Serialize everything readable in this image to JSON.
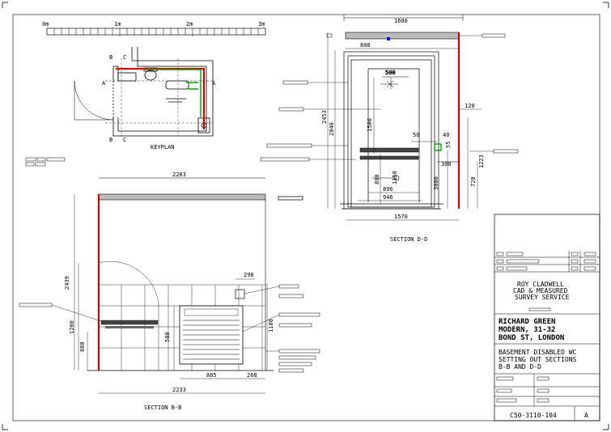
{
  "scale_bar": {
    "labels": [
      "0m",
      "1m",
      "2m",
      "3m"
    ]
  },
  "keyplan": {
    "title": "KEYPLAN",
    "markers": {
      "b_top": "B",
      "b_bottom": "B",
      "c_top": "C",
      "c_bottom": "C",
      "a_left": "A",
      "a_right": "A"
    }
  },
  "section_dd": {
    "title": "SECTION D-D",
    "dims": {
      "top_width": "1600",
      "d808": "808",
      "d500": "500",
      "d50": "50",
      "d120": "120",
      "d40": "40",
      "h2453": "2453",
      "h2040": "2040",
      "h1500": "1500",
      "d55": "55",
      "d300": "300",
      "h1223": "1223",
      "h720": "720",
      "h3000": "3000",
      "h880": "880",
      "h1150": "1150",
      "d896": "896",
      "d946": "946",
      "d1570": "1570"
    }
  },
  "section_bb": {
    "title": "SECTION B-B",
    "dims": {
      "top_width": "2283",
      "h2439": "2439",
      "h1200": "1200",
      "h880": "880",
      "d298": "298",
      "h580": "580",
      "h1100": "1100",
      "d885": "885",
      "d268": "268",
      "bottom_width": "2233"
    }
  },
  "title_block": {
    "company": [
      "ROY CLADWELL",
      "CAD & MEASURED",
      "SURVEY SERVICE"
    ],
    "client": [
      "RICHARD GREEN",
      "MODERN, 31-32",
      "BOND ST, LONDON"
    ],
    "drawing_title": [
      "BASEMENT DISABLED WC",
      "SETTING OUT SECTIONS",
      "B-B AND D-D"
    ],
    "drawing_number": "C50-3110-104",
    "revision": "A"
  },
  "colors": {
    "wall_red": "#e00000",
    "fixture_green": "#00a000",
    "line": "#000000",
    "grey": "#888888",
    "marker_blue": "#0000ff"
  }
}
